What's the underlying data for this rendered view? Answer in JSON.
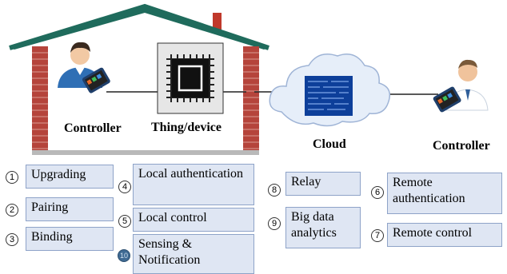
{
  "house": {
    "left_label": "Controller",
    "device_label": "Thing/device"
  },
  "cloud": {
    "label": "Cloud"
  },
  "remote": {
    "label": "Controller"
  },
  "functions": [
    {
      "num": "1",
      "label": "Upgrading"
    },
    {
      "num": "2",
      "label": "Pairing"
    },
    {
      "num": "3",
      "label": "Binding"
    },
    {
      "num": "4",
      "label": "Local authentication"
    },
    {
      "num": "5",
      "label": "Local control"
    },
    {
      "num": "10",
      "label": "Sensing & Notification"
    },
    {
      "num": "8",
      "label": "Relay"
    },
    {
      "num": "9",
      "label": "Big data analytics"
    },
    {
      "num": "6",
      "label": "Remote authentication"
    },
    {
      "num": "7",
      "label": "Remote control"
    }
  ],
  "colors": {
    "roof": "#1f6b5c",
    "brick": "#b5443b",
    "box_fill": "#dfe6f3",
    "box_border": "#8ea3c8"
  }
}
